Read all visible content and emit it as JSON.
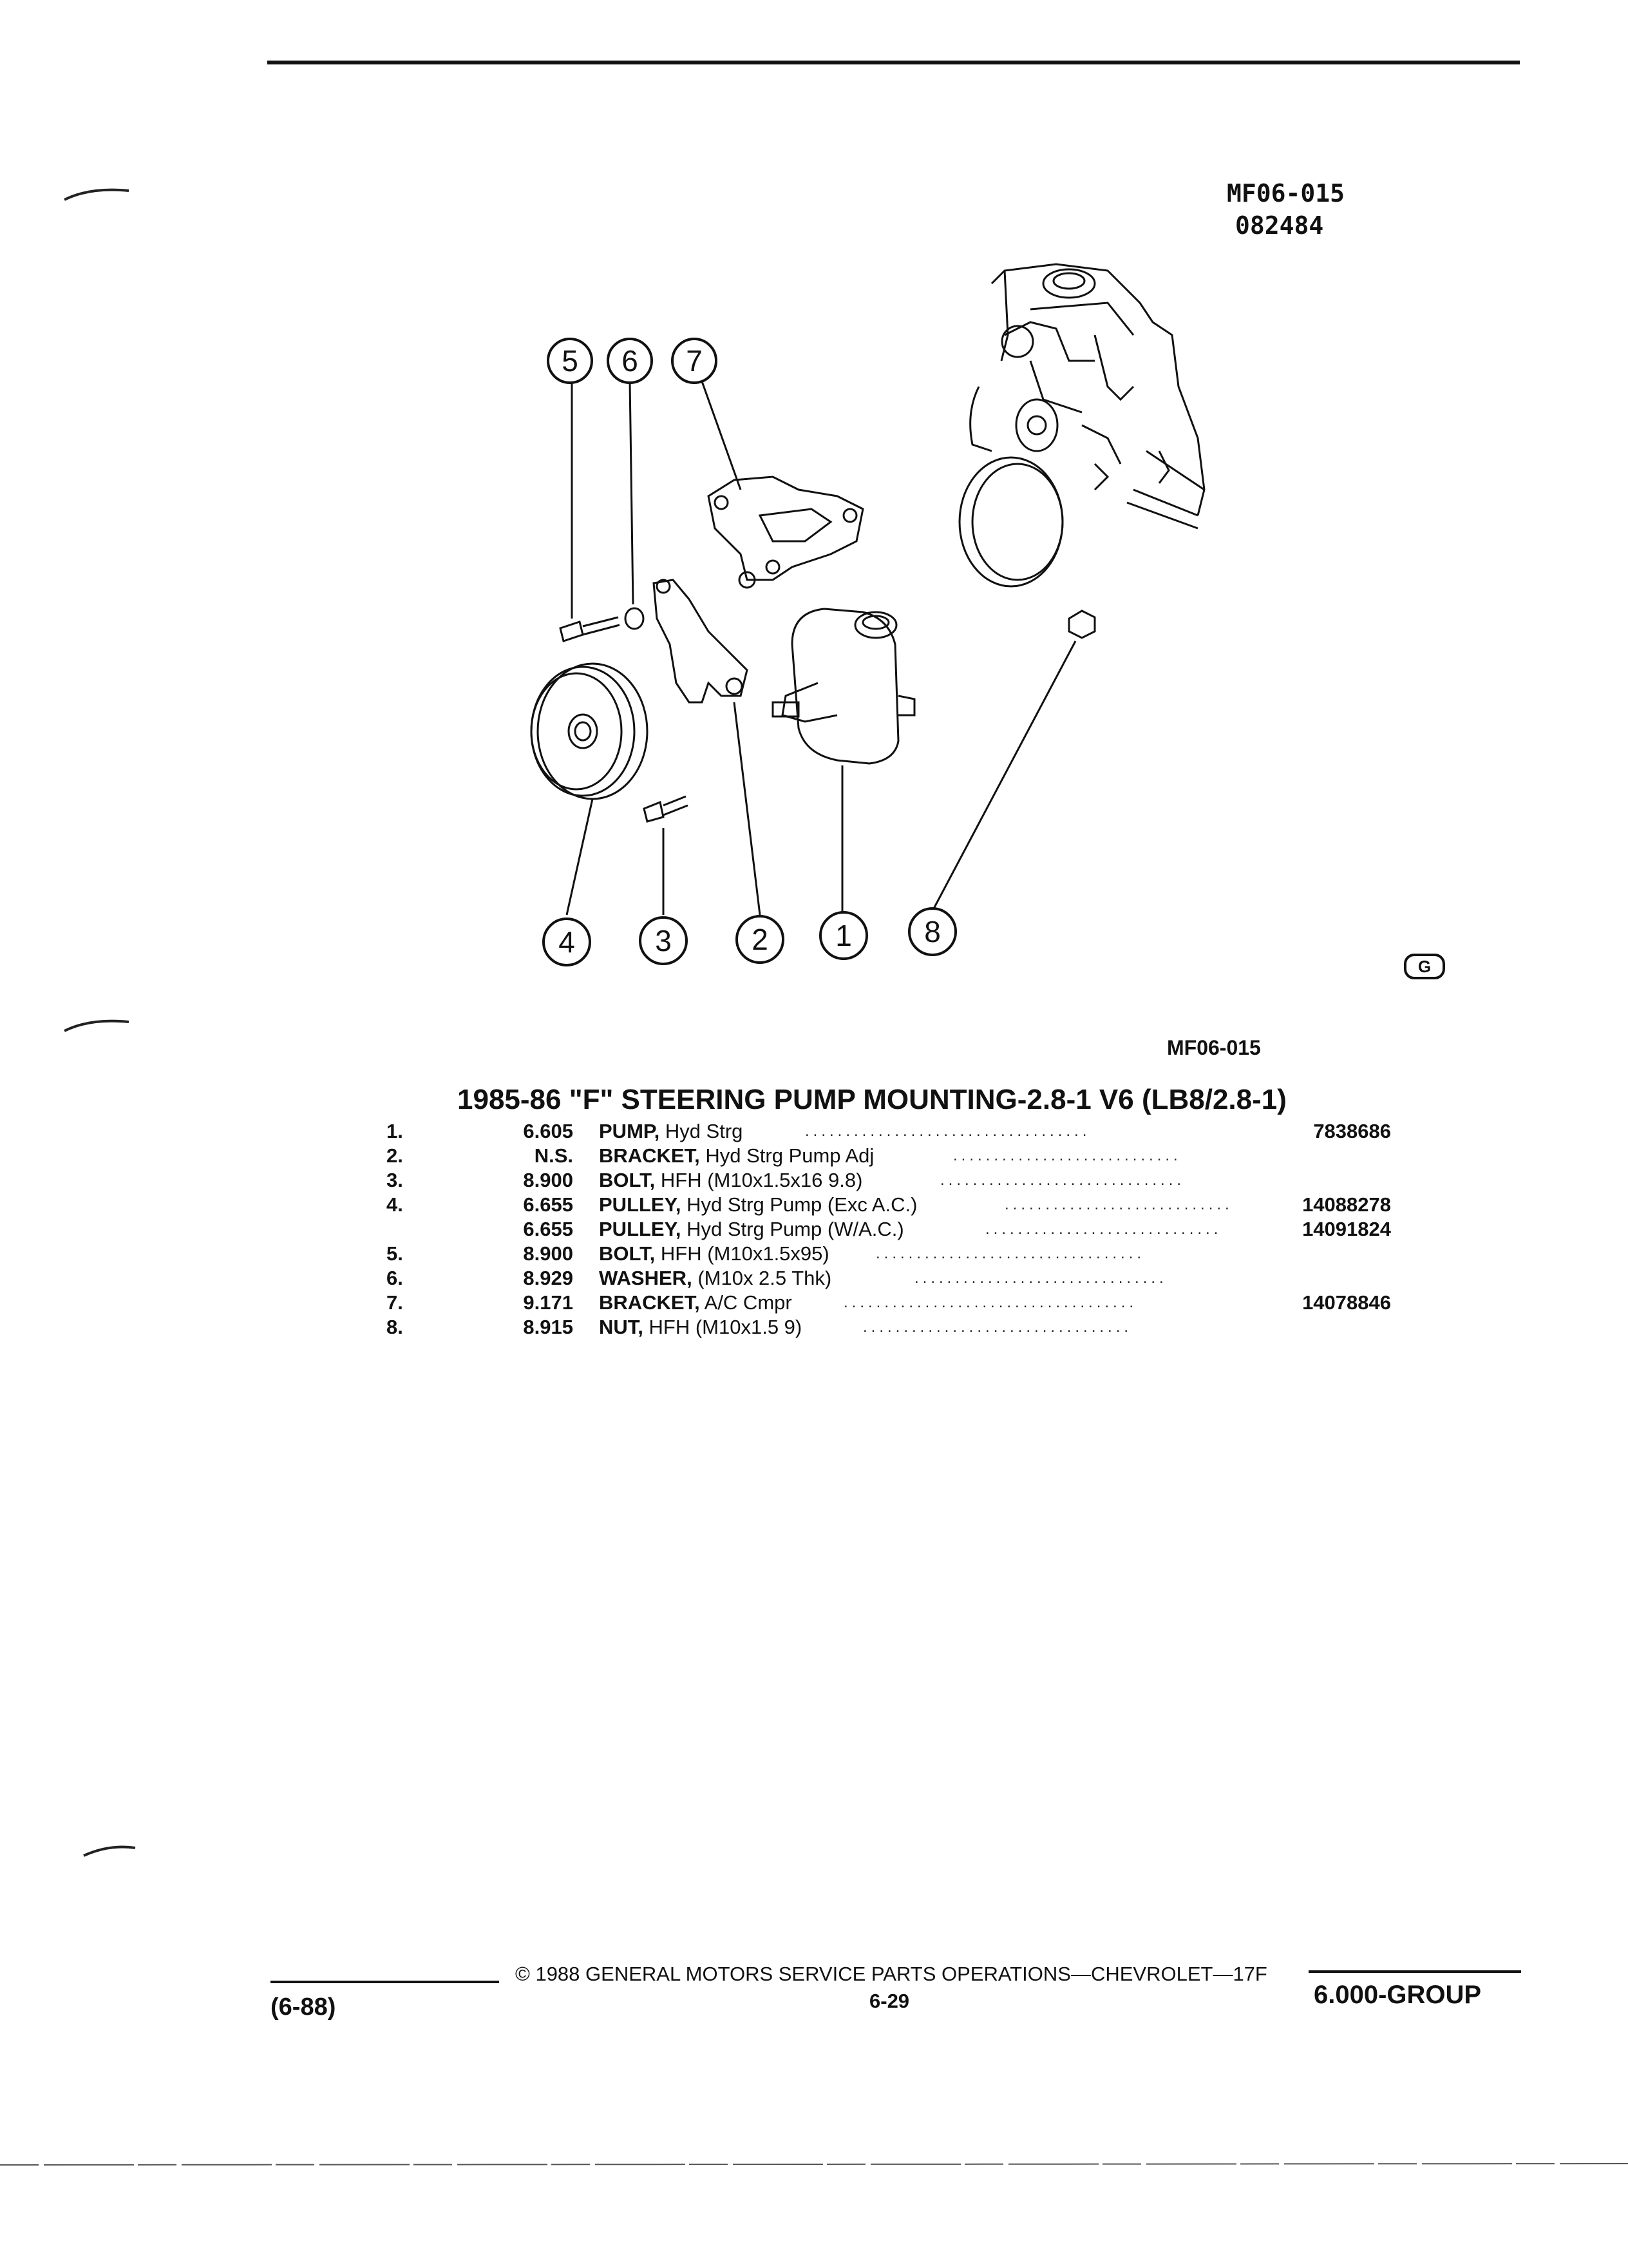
{
  "header": {
    "ref_code": "MF06-015",
    "ref_date": "082484"
  },
  "figure": {
    "label": "MF06-015",
    "callouts": [
      "1",
      "2",
      "3",
      "4",
      "5",
      "6",
      "7",
      "8"
    ],
    "logo": "G"
  },
  "title": "1985-86 \"F\" STEERING PUMP MOUNTING-2.8-1 V6 (LB8/2.8-1)",
  "parts": [
    {
      "num": "1.",
      "group": "6.605",
      "name": "PUMP,",
      "desc": "Hyd Strg",
      "part_no": "7838686"
    },
    {
      "num": "2.",
      "group": "N.S.",
      "name": "BRACKET,",
      "desc": "Hyd Strg Pump Adj",
      "part_no": ""
    },
    {
      "num": "3.",
      "group": "8.900",
      "name": "BOLT,",
      "desc": "HFH (M10x1.5x16 9.8)",
      "part_no": ""
    },
    {
      "num": "4.",
      "group": "6.655",
      "name": "PULLEY,",
      "desc": "Hyd Strg Pump (Exc A.C.)",
      "part_no": "14088278"
    },
    {
      "num": "",
      "group": "6.655",
      "name": "PULLEY,",
      "desc": "Hyd Strg Pump (W/A.C.)",
      "part_no": "14091824"
    },
    {
      "num": "5.",
      "group": "8.900",
      "name": "BOLT,",
      "desc": "HFH (M10x1.5x95)",
      "part_no": ""
    },
    {
      "num": "6.",
      "group": "8.929",
      "name": "WASHER,",
      "desc": "(M10x 2.5 Thk)",
      "part_no": ""
    },
    {
      "num": "7.",
      "group": "9.171",
      "name": "BRACKET,",
      "desc": "A/C Cmpr",
      "part_no": "14078846"
    },
    {
      "num": "8.",
      "group": "8.915",
      "name": "NUT,",
      "desc": "HFH (M10x1.5 9)",
      "part_no": ""
    }
  ],
  "footer": {
    "copyright": "© 1988 GENERAL MOTORS SERVICE PARTS OPERATIONS—CHEVROLET—17F",
    "page": "6-29",
    "revision": "(6-88)",
    "group": "6.000-GROUP"
  }
}
